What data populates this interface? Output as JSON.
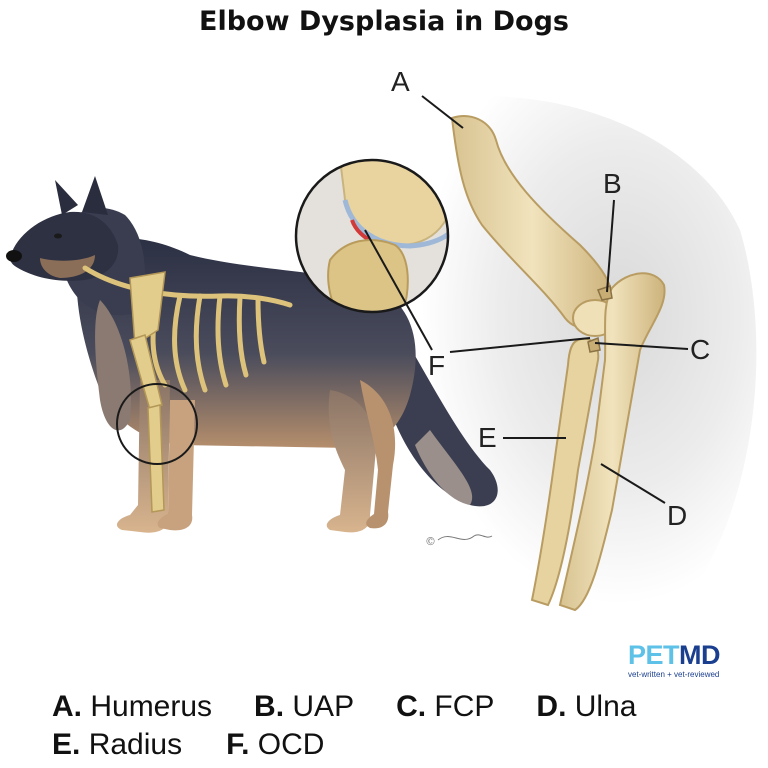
{
  "title": "Elbow Dysplasia in Dogs",
  "callouts": {
    "a": "A",
    "b": "B",
    "c": "C",
    "d": "D",
    "e": "E",
    "f": "F"
  },
  "logo": {
    "word_part1": "PET",
    "word_part2": "MD",
    "tagline": "vet-written + vet-reviewed"
  },
  "legend": {
    "row1": [
      {
        "letter": "A.",
        "name": "Humerus"
      },
      {
        "letter": "B.",
        "name": "UAP"
      },
      {
        "letter": "C.",
        "name": "FCP"
      },
      {
        "letter": "D.",
        "name": "Ulna"
      }
    ],
    "row2": [
      {
        "letter": "E.",
        "name": "Radius"
      },
      {
        "letter": "F.",
        "name": "OCD"
      }
    ]
  },
  "colors": {
    "bone": "#e8d6a8",
    "bone_edge": "#b89c62",
    "fur_dark": "#2f3347",
    "fur_tan": "#b48a66",
    "logo_light": "#5dc1e8",
    "logo_dark": "#1b3f8f"
  }
}
